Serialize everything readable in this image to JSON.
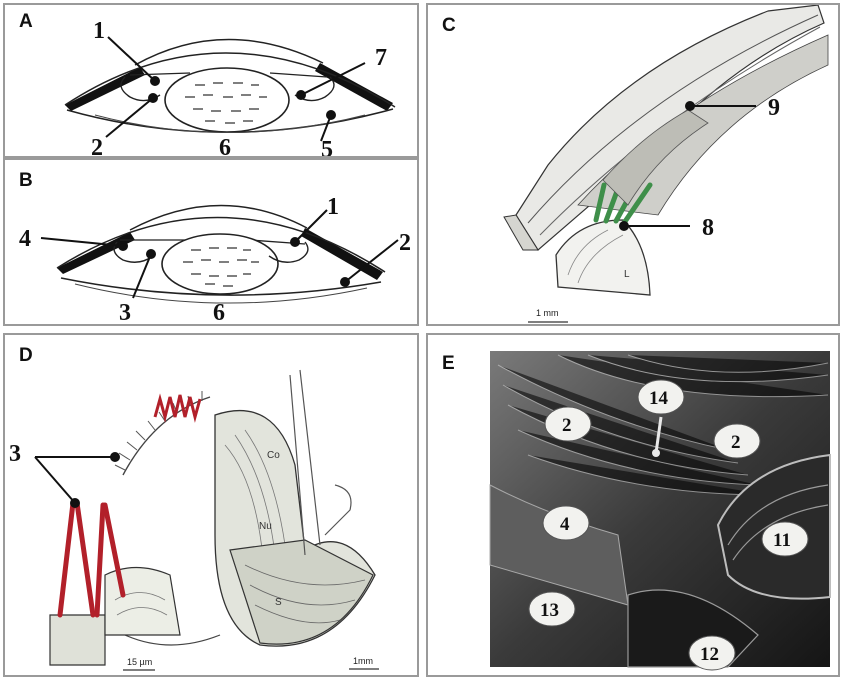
{
  "panels": {
    "A": {
      "label": "A",
      "callouts": [
        "1",
        "2",
        "5",
        "6",
        "7"
      ]
    },
    "B": {
      "label": "B",
      "callouts": [
        "1",
        "2",
        "3",
        "4",
        "6"
      ]
    },
    "C": {
      "label": "C",
      "callouts": [
        "9",
        "8"
      ],
      "letter_L": "L",
      "scale": "1 mm"
    },
    "D": {
      "label": "D",
      "callouts": [
        "3"
      ],
      "tags": [
        "Co",
        "Nu",
        "S"
      ],
      "scale_left": "15 µm",
      "scale_right": "1mm"
    },
    "E": {
      "label": "E",
      "bubbles": [
        "14",
        "2",
        "2",
        "4",
        "11",
        "13",
        "12"
      ]
    }
  },
  "colors": {
    "border": "#9a9a9a",
    "muscle_red": "#b2202a",
    "muscle_green": "#3f8f4a",
    "sem_dark": "#1e1e1e"
  }
}
